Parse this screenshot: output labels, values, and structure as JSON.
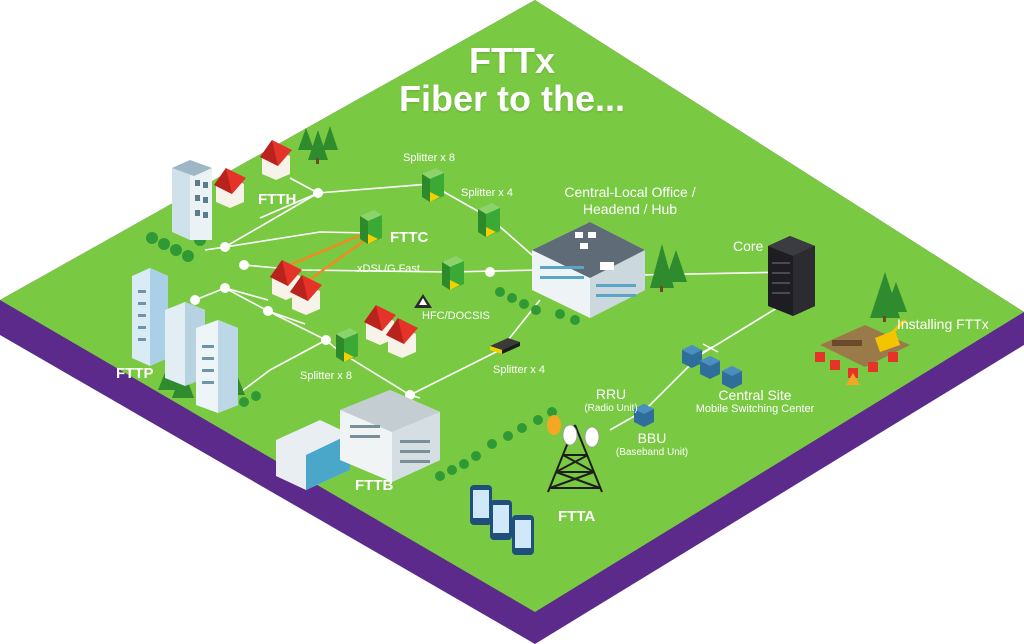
{
  "title": {
    "line1": "FTTx",
    "line2": "Fiber to the..."
  },
  "labels": {
    "ftth": "FTTH",
    "fttc": "FTTC",
    "fttp": "FTTP",
    "fttb": "FTTB",
    "ftta": "FTTA",
    "splitter_top_8": "Splitter x 8",
    "splitter_top_4": "Splitter x 4",
    "splitter_bottom_8": "Splitter x 8",
    "splitter_bottom_4": "Splitter x 4",
    "xdsl": "xDSL/G.Fast",
    "hfc": "HFC/DOCSIS",
    "central_office_1": "Central-Local Office /",
    "central_office_2": "Headend / Hub",
    "core": "Core",
    "installing": "Installing FTTx",
    "rru": "RRU",
    "rru_sub": "(Radio Unit)",
    "bbu": "BBU",
    "bbu_sub": "(Baseband Unit)",
    "central_site": "Central Site",
    "central_site_sub": "Mobile Switching Center"
  },
  "colors": {
    "platform_green": "#7ac943",
    "platform_side": "#5b2a8a",
    "fiber_line": "#ffffff",
    "copper_line": "#f08a24",
    "splitter_green": "#3aa935",
    "splitter_yellow": "#f5d000",
    "roof_red": "#e5332a",
    "server_black": "#1e1e22",
    "equipment_blue": "#2f6e9a"
  },
  "icons": {
    "splitter": "splitter-icon",
    "house": "house-icon",
    "tree": "tree-icon",
    "tower": "antenna-tower-icon",
    "phone": "mobile-phone-icon",
    "server": "server-rack-icon",
    "cube": "equipment-cube-icon",
    "construction": "construction-excavator-icon"
  }
}
